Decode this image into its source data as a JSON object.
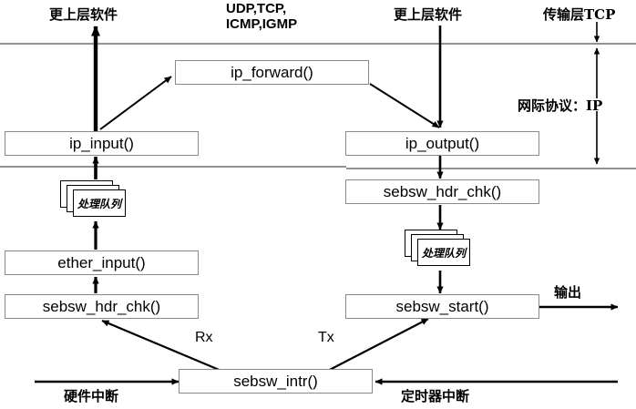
{
  "diagram": {
    "title_note": "TCP/IP protocol stack packet flow diagram",
    "layers": {
      "transport_label": "传输层TCP",
      "internet_label": "网际协议：IP",
      "protocols_label_line1": "UDP,TCP,",
      "protocols_label_line2": "ICMP,IGMP"
    },
    "upper_software_left": "更上层软件",
    "upper_software_right": "更上层软件",
    "boxes": {
      "ip_forward": "ip_forward()",
      "ip_input": "ip_input()",
      "ip_output": "ip_output()",
      "sebsw_hdr_chk_right": "sebsw_hdr_chk()",
      "ether_input": "ether_input()",
      "sebsw_hdr_chk_left": "sebsw_hdr_chk()",
      "sebsw_start": "sebsw_start()",
      "sebsw_intr": "sebsw_intr()"
    },
    "queues": {
      "left_queue": "处理队列",
      "right_queue": "处理队列"
    },
    "edge_labels": {
      "rx": "Rx",
      "tx": "Tx",
      "output": "输出",
      "hardware_interrupt": "硬件中断",
      "timer_interrupt": "定时器中断"
    },
    "colors": {
      "line": "#000000",
      "box_border": "#8a8a8a",
      "divider": "#6f6f6f",
      "background": "#ffffff"
    }
  }
}
